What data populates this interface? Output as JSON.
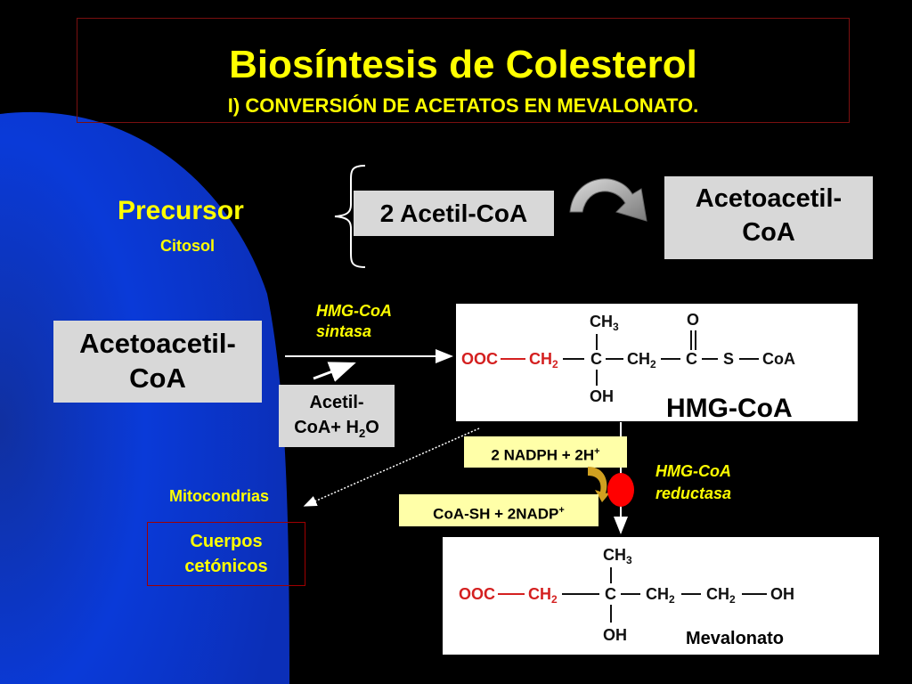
{
  "title": "Biosíntesis de Colesterol",
  "subtitle": "I) CONVERSIÓN DE ACETATOS EN MEVALONATO.",
  "precursor": {
    "label": "Precursor",
    "location": "Citosol"
  },
  "acetil_coa_box": "2 Acetil-CoA",
  "acetoacetil_top": {
    "line1": "Acetoacetil-",
    "line2": "CoA"
  },
  "acetoacetil_left": {
    "line1": "Acetoacetil-",
    "line2": "CoA"
  },
  "hmg_coa_sintasa": {
    "line1": "HMG-CoA",
    "line2": "sintasa"
  },
  "acetil_h2o": {
    "line1": "Acetil-",
    "line2_prefix": "CoA+ H",
    "line2_sub": "2",
    "line2_suffix": "O"
  },
  "hmg_coa_structure": {
    "ch3": "CH",
    "ch3_sub": "3",
    "o": "O",
    "ooc": "OOC",
    "ch2_a": "CH",
    "ch2_a_sub": "2",
    "c1": "C",
    "ch2_b": "CH",
    "ch2_b_sub": "2",
    "c2": "C",
    "s": "S",
    "coa": "CoA",
    "oh": "OH"
  },
  "hmg_coa_label": "HMG-CoA",
  "nadph_box": {
    "text": "2 NADPH + 2H",
    "sup": "+"
  },
  "coash_box": {
    "text": "CoA-SH + 2NADP",
    "sup": "+"
  },
  "hmg_coa_reductasa": {
    "line1": "HMG-CoA",
    "line2": "reductasa"
  },
  "mitocondrias": "Mitocondrias",
  "cuerpos_cetonicos": {
    "line1": "Cuerpos",
    "line2": "cetónicos"
  },
  "mevalonato_structure": {
    "ch3": "CH",
    "ch3_sub": "3",
    "ooc": "OOC",
    "ch2_a": "CH",
    "ch2_a_sub": "2",
    "c1": "C",
    "ch2_b": "CH",
    "ch2_b_sub": "2",
    "ch2_c": "CH",
    "ch2_c_sub": "2",
    "oh_right": "OH",
    "oh_bottom": "OH"
  },
  "mevalonato_label": "Mevalonato",
  "colors": {
    "background": "#000000",
    "accent_yellow": "#ffff00",
    "arc_blue": "#0a3ad8",
    "box_grey": "#d8d8d8",
    "box_cream": "#ffffa8",
    "struct_red": "#d42020",
    "enzyme_red": "#ff0000",
    "cuerpos_border": "#a00000"
  }
}
